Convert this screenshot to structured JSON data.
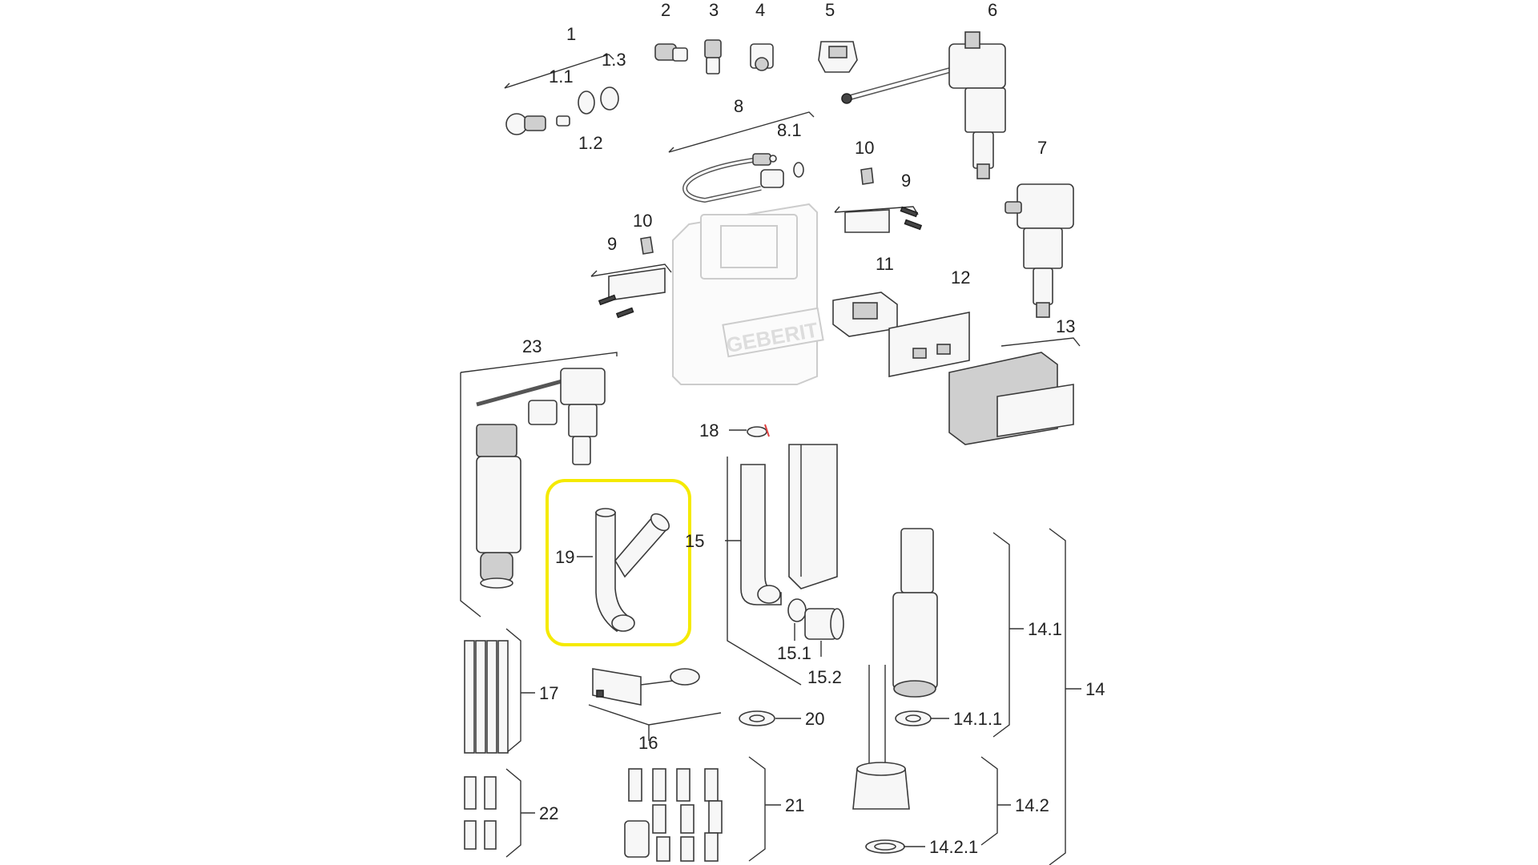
{
  "diagram": {
    "brand_text": "GEBERIT",
    "highlight_color": "#f5ea00",
    "labels": {
      "l1": "1",
      "l1_1": "1.1",
      "l1_2": "1.2",
      "l1_3": "1.3",
      "l2": "2",
      "l3": "3",
      "l4": "4",
      "l5": "5",
      "l6": "6",
      "l7": "7",
      "l8": "8",
      "l8_1": "8.1",
      "l9a": "9",
      "l10a": "10",
      "l9b": "9",
      "l10b": "10",
      "l11": "11",
      "l12": "12",
      "l13": "13",
      "l14": "14",
      "l14_1": "14.1",
      "l14_1_1": "14.1.1",
      "l14_2": "14.2",
      "l14_2_1": "14.2.1",
      "l15": "15",
      "l15_1": "15.1",
      "l15_2": "15.2",
      "l16": "16",
      "l17": "17",
      "l18": "18",
      "l19": "19",
      "l20": "20",
      "l21": "21",
      "l22": "22",
      "l23": "23"
    }
  }
}
